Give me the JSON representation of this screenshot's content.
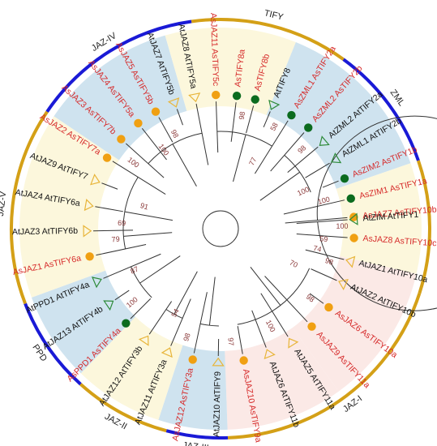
{
  "colors": {
    "oat": "#d62a2a",
    "arabidopsis": "#111111",
    "branch": "#333333",
    "bootstrap": "#8b3a3a",
    "ring_gold": "#d4a017",
    "ring_blue": "#1a1ad6",
    "shade_blue": "#cfe3ef",
    "shade_yellow": "#fcf7dc",
    "shade_pink": "#fbe9e6",
    "marker_circle_orange": "#f0a012",
    "marker_circle_green": "#0b6b1e",
    "marker_tri_orange": "#e8b53a",
    "marker_tri_green": "#2e8b3a"
  },
  "groups": [
    {
      "label": "TIFY",
      "start": 262,
      "end": 306,
      "ring": "gold"
    },
    {
      "label": "ZML",
      "start": 306,
      "end": 341,
      "ring": "blue"
    },
    {
      "label": "ZIM",
      "start": 341,
      "end": 18,
      "ring": "gold"
    },
    {
      "label": "JAZ-I",
      "start": 18,
      "end": 88,
      "ring": "gold"
    },
    {
      "label": "JAZ-III",
      "start": 88,
      "end": 105,
      "ring": "blue"
    },
    {
      "label": "JAZ-II",
      "start": 105,
      "end": 132,
      "ring": "gold"
    },
    {
      "label": "PPD",
      "start": 132,
      "end": 159,
      "ring": "blue"
    },
    {
      "label": "JAZ-V",
      "start": 159,
      "end": 214,
      "ring": "gold"
    },
    {
      "label": "JAZ-IV",
      "start": 214,
      "end": 262,
      "ring": "blue"
    }
  ],
  "shading": [
    {
      "start": 214,
      "end": 254,
      "color": "shade_blue"
    },
    {
      "start": 254,
      "end": 292,
      "color": "shade_yellow"
    },
    {
      "start": 292,
      "end": 341,
      "color": "shade_blue"
    },
    {
      "start": 341,
      "end": 13,
      "color": "shade_yellow"
    },
    {
      "start": 13,
      "end": 54,
      "color": "shade_pink"
    },
    {
      "start": 54,
      "end": 88,
      "color": "shade_pink"
    },
    {
      "start": 88,
      "end": 108,
      "color": "shade_blue"
    },
    {
      "start": 108,
      "end": 134,
      "color": "shade_yellow"
    },
    {
      "start": 134,
      "end": 160,
      "color": "shade_blue"
    },
    {
      "start": 160,
      "end": 214,
      "color": "shade_yellow"
    }
  ],
  "leaves": [
    {
      "label": "AsJAZ7 AsTIFY10b",
      "angle": -5,
      "species": "oat",
      "marker": "circle",
      "marker_color": "marker_circle_orange"
    },
    {
      "label": "AsJAZ8 AsTIFY10c",
      "angle": 4,
      "species": "oat",
      "marker": "circle",
      "marker_color": "marker_circle_orange"
    },
    {
      "label": "AtJAZ1 AtTIFY10a",
      "angle": 14,
      "species": "arabidopsis",
      "marker": "triangle",
      "marker_color": "marker_tri_orange"
    },
    {
      "label": "AtJAZ2 AtTIFY10b",
      "angle": 24,
      "species": "arabidopsis",
      "marker": "triangle",
      "marker_color": "marker_tri_orange"
    },
    {
      "label": "AsJAZ6 AsTIFY10a",
      "angle": 36,
      "species": "oat",
      "marker": "circle",
      "marker_color": "marker_circle_orange"
    },
    {
      "label": "AsJAZ9 AsTIFY11a",
      "angle": 47,
      "species": "oat",
      "marker": "circle",
      "marker_color": "marker_circle_orange"
    },
    {
      "label": "AtJAZ5 AtTIFY11a",
      "angle": 58,
      "species": "arabidopsis",
      "marker": "triangle",
      "marker_color": "marker_tri_orange"
    },
    {
      "label": "AtJAZ6 AtTIFY11b",
      "angle": 69,
      "species": "arabidopsis",
      "marker": "triangle",
      "marker_color": "marker_tri_orange"
    },
    {
      "label": "AsJAZ10 AsTIFY9a",
      "angle": 80,
      "species": "oat",
      "marker": "circle",
      "marker_color": "marker_circle_orange"
    },
    {
      "label": "AtJAZ10 AtTIFY9",
      "angle": 91,
      "species": "arabidopsis",
      "marker": "triangle",
      "marker_color": "marker_tri_orange"
    },
    {
      "label": "AsJAZ12 AsTIFY3a",
      "angle": 102,
      "species": "oat",
      "marker": "circle",
      "marker_color": "marker_circle_orange"
    },
    {
      "label": "AtJAZ11 AtTIFY3a",
      "angle": 113,
      "species": "arabidopsis",
      "marker": "triangle",
      "marker_color": "marker_tri_orange"
    },
    {
      "label": "AtJAZ12 AtTIFY3b",
      "angle": 124,
      "species": "arabidopsis",
      "marker": "triangle",
      "marker_color": "marker_tri_orange"
    },
    {
      "label": "AsPPD1 AsTIFY4a",
      "angle": 135,
      "species": "oat",
      "marker": "circle",
      "marker_color": "marker_circle_green"
    },
    {
      "label": "AtJAZ13 AtTIFY4b",
      "angle": 146,
      "species": "arabidopsis",
      "marker": "triangle",
      "marker_color": "marker_tri_green"
    },
    {
      "label": "AtPPD1 AtTIFY4a",
      "angle": 157,
      "species": "arabidopsis",
      "marker": "triangle",
      "marker_color": "marker_tri_green"
    },
    {
      "label": "AsJAZ1 AsTIFY6a",
      "angle": 168,
      "species": "oat",
      "marker": "circle",
      "marker_color": "marker_circle_orange"
    },
    {
      "label": "AtJAZ3 AtTIFY6b",
      "angle": 179,
      "species": "arabidopsis",
      "marker": "triangle",
      "marker_color": "marker_tri_orange"
    },
    {
      "label": "AtJAZ4 AtTIFY6a",
      "angle": 190,
      "species": "arabidopsis",
      "marker": "triangle",
      "marker_color": "marker_tri_orange"
    },
    {
      "label": "AtJAZ9 AtTIFY7",
      "angle": 201,
      "species": "arabidopsis",
      "marker": "triangle",
      "marker_color": "marker_tri_orange"
    },
    {
      "label": "AsJAZ2 AsTIFY7a",
      "angle": 212,
      "species": "oat",
      "marker": "circle",
      "marker_color": "marker_circle_orange"
    },
    {
      "label": "AsJAZ3 AsTIFY7b",
      "angle": 222,
      "species": "oat",
      "marker": "circle",
      "marker_color": "marker_circle_orange"
    },
    {
      "label": "AsJAZ4 AsTIFY5a",
      "angle": 232,
      "species": "oat",
      "marker": "circle",
      "marker_color": "marker_circle_orange"
    },
    {
      "label": "AsJAZ5 AsTIFY5b",
      "angle": 241,
      "species": "oat",
      "marker": "circle",
      "marker_color": "marker_circle_orange"
    },
    {
      "label": "AtJAZ7 AtTIFY5b",
      "angle": 250,
      "species": "arabidopsis",
      "marker": "triangle",
      "marker_color": "marker_tri_orange"
    },
    {
      "label": "AtJAZ8 AtTIFY5a",
      "angle": 259,
      "species": "arabidopsis",
      "marker": "triangle",
      "marker_color": "marker_tri_orange"
    },
    {
      "label": "AsJAZ11 AsTIFY5c",
      "angle": 268,
      "species": "oat",
      "marker": "circle",
      "marker_color": "marker_circle_orange"
    },
    {
      "label": "AsTIFY8a",
      "angle": 277,
      "species": "oat",
      "marker": "circle",
      "marker_color": "marker_circle_green"
    },
    {
      "label": "AsTIFY8b",
      "angle": 285,
      "species": "oat",
      "marker": "circle",
      "marker_color": "marker_circle_green"
    },
    {
      "label": "AtTIFY8",
      "angle": 293,
      "species": "arabidopsis",
      "marker": "triangle",
      "marker_color": "marker_tri_green"
    },
    {
      "label": "AsZML1 AsTIFY2a",
      "angle": 302,
      "species": "oat",
      "marker": "circle",
      "marker_color": "marker_circle_green"
    },
    {
      "label": "AsZML2 AsTIFY2b",
      "angle": 311,
      "species": "oat",
      "marker": "circle",
      "marker_color": "marker_circle_green"
    },
    {
      "label": "AtZML2 AtTIFY2a",
      "angle": 320,
      "species": "arabidopsis",
      "marker": "triangle",
      "marker_color": "marker_tri_green"
    },
    {
      "label": "AtZML1 AtTIFY2b",
      "angle": 329,
      "species": "arabidopsis",
      "marker": "triangle",
      "marker_color": "marker_tri_green"
    },
    {
      "label": "AsZIM2 AsTIFY1b",
      "angle": 338,
      "species": "oat",
      "marker": "circle",
      "marker_color": "marker_circle_green"
    },
    {
      "label": "AsZIM1 AsTIFY1a",
      "angle": 347,
      "species": "oat",
      "marker": "circle",
      "marker_color": "marker_circle_green"
    },
    {
      "label": "AtZIM AtTIFY1",
      "angle": 356,
      "species": "arabidopsis",
      "marker": "triangle",
      "marker_color": "marker_tri_green"
    }
  ],
  "bootstrap": [
    {
      "value": "100",
      "angle": -1,
      "r": 150
    },
    {
      "value": "59",
      "angle": 6,
      "r": 128
    },
    {
      "value": "74",
      "angle": 12,
      "r": 122
    },
    {
      "value": "98",
      "angle": 17,
      "r": 140
    },
    {
      "value": "70",
      "angle": 26,
      "r": 100
    },
    {
      "value": "98",
      "angle": 38,
      "r": 140
    },
    {
      "value": "100",
      "angle": 63,
      "r": 135
    },
    {
      "value": "97",
      "angle": 85,
      "r": 140
    },
    {
      "value": "98",
      "angle": 107,
      "r": 140
    },
    {
      "value": "54",
      "angle": 118,
      "r": 118
    },
    {
      "value": "100",
      "angle": 140,
      "r": 142
    },
    {
      "value": "87",
      "angle": 154,
      "r": 118
    },
    {
      "value": "79",
      "angle": 174,
      "r": 130
    },
    {
      "value": "69",
      "angle": 183,
      "r": 122
    },
    {
      "value": "91",
      "angle": 196,
      "r": 98
    },
    {
      "value": "100",
      "angle": 217,
      "r": 135
    },
    {
      "value": "100",
      "angle": 234,
      "r": 120
    },
    {
      "value": "98",
      "angle": 244,
      "r": 130
    },
    {
      "value": "98",
      "angle": 281,
      "r": 142
    },
    {
      "value": "58",
      "angle": 298,
      "r": 142
    },
    {
      "value": "98",
      "angle": 316,
      "r": 140
    },
    {
      "value": "77",
      "angle": 296,
      "r": 92
    },
    {
      "value": "100",
      "angle": 336,
      "r": 112
    },
    {
      "value": "100",
      "angle": 345,
      "r": 132
    }
  ]
}
